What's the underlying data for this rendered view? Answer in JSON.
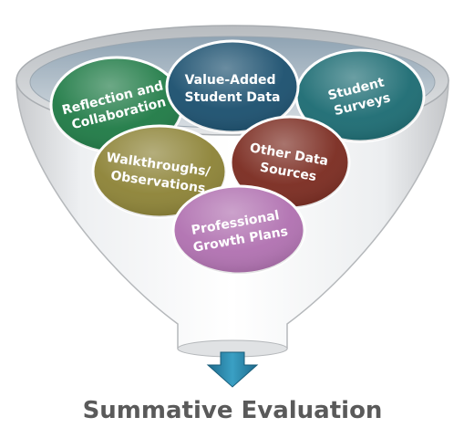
{
  "funnel": {
    "inputs": [
      {
        "id": "reflection",
        "lines": [
          "Reflection and",
          "Collaboration"
        ],
        "color": "#1e7a45"
      },
      {
        "id": "value-added",
        "lines": [
          "Value-Added",
          "Student Data"
        ],
        "color": "#1a4f6e"
      },
      {
        "id": "surveys",
        "lines": [
          "Student",
          "Surveys"
        ],
        "color": "#1b6b72"
      },
      {
        "id": "walkthroughs",
        "lines": [
          "Walkthroughs/",
          "Observations"
        ],
        "color": "#8c8235"
      },
      {
        "id": "other-data",
        "lines": [
          "Other Data",
          "Sources"
        ],
        "color": "#7a2a1f"
      },
      {
        "id": "growth-plans",
        "lines": [
          "Professional",
          "Growth Plans"
        ],
        "color": "#b070b0"
      }
    ],
    "arrow_color": "#2b7fa0",
    "output_label": "Summative Evaluation"
  }
}
